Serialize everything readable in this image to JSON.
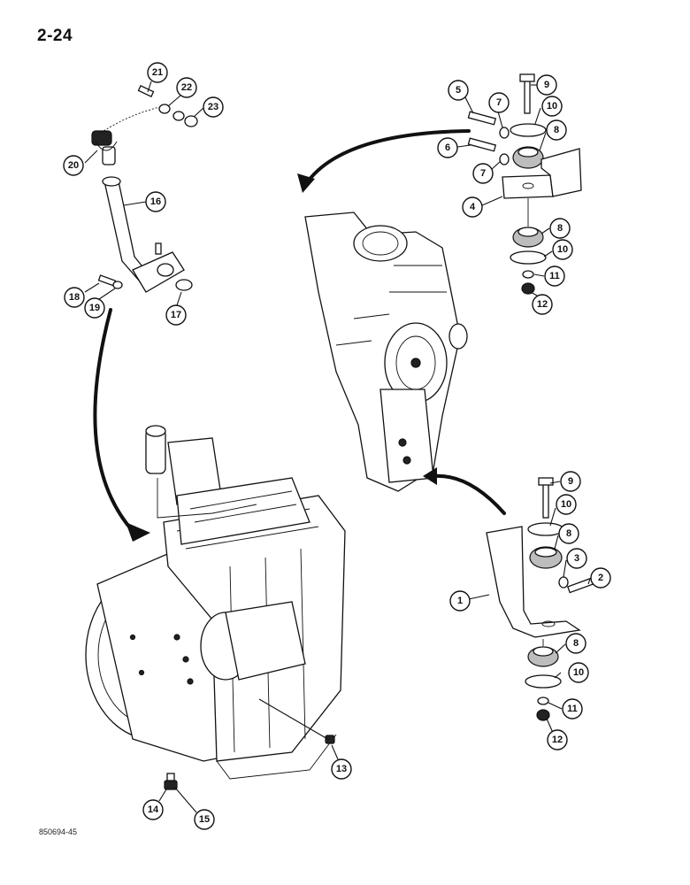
{
  "page_number": "2-24",
  "document_code": "850694-45",
  "callouts": [
    {
      "id": "c1",
      "label": "1"
    },
    {
      "id": "c2",
      "label": "2"
    },
    {
      "id": "c3",
      "label": "3"
    },
    {
      "id": "c4",
      "label": "4"
    },
    {
      "id": "c5",
      "label": "5"
    },
    {
      "id": "c6",
      "label": "6"
    },
    {
      "id": "c7a",
      "label": "7"
    },
    {
      "id": "c7b",
      "label": "7"
    },
    {
      "id": "c8a",
      "label": "8"
    },
    {
      "id": "c8b",
      "label": "8"
    },
    {
      "id": "c8c",
      "label": "8"
    },
    {
      "id": "c8d",
      "label": "8"
    },
    {
      "id": "c9a",
      "label": "9"
    },
    {
      "id": "c9b",
      "label": "9"
    },
    {
      "id": "c10a",
      "label": "10"
    },
    {
      "id": "c10b",
      "label": "10"
    },
    {
      "id": "c10c",
      "label": "10"
    },
    {
      "id": "c10d",
      "label": "10"
    },
    {
      "id": "c11a",
      "label": "11"
    },
    {
      "id": "c11b",
      "label": "11"
    },
    {
      "id": "c12a",
      "label": "12"
    },
    {
      "id": "c12b",
      "label": "12"
    },
    {
      "id": "c13",
      "label": "13"
    },
    {
      "id": "c14",
      "label": "14"
    },
    {
      "id": "c15",
      "label": "15"
    },
    {
      "id": "c16",
      "label": "16"
    },
    {
      "id": "c17",
      "label": "17"
    },
    {
      "id": "c18",
      "label": "18"
    },
    {
      "id": "c19",
      "label": "19"
    },
    {
      "id": "c20",
      "label": "20"
    },
    {
      "id": "c21",
      "label": "21"
    },
    {
      "id": "c22",
      "label": "22"
    },
    {
      "id": "c23",
      "label": "23"
    }
  ]
}
